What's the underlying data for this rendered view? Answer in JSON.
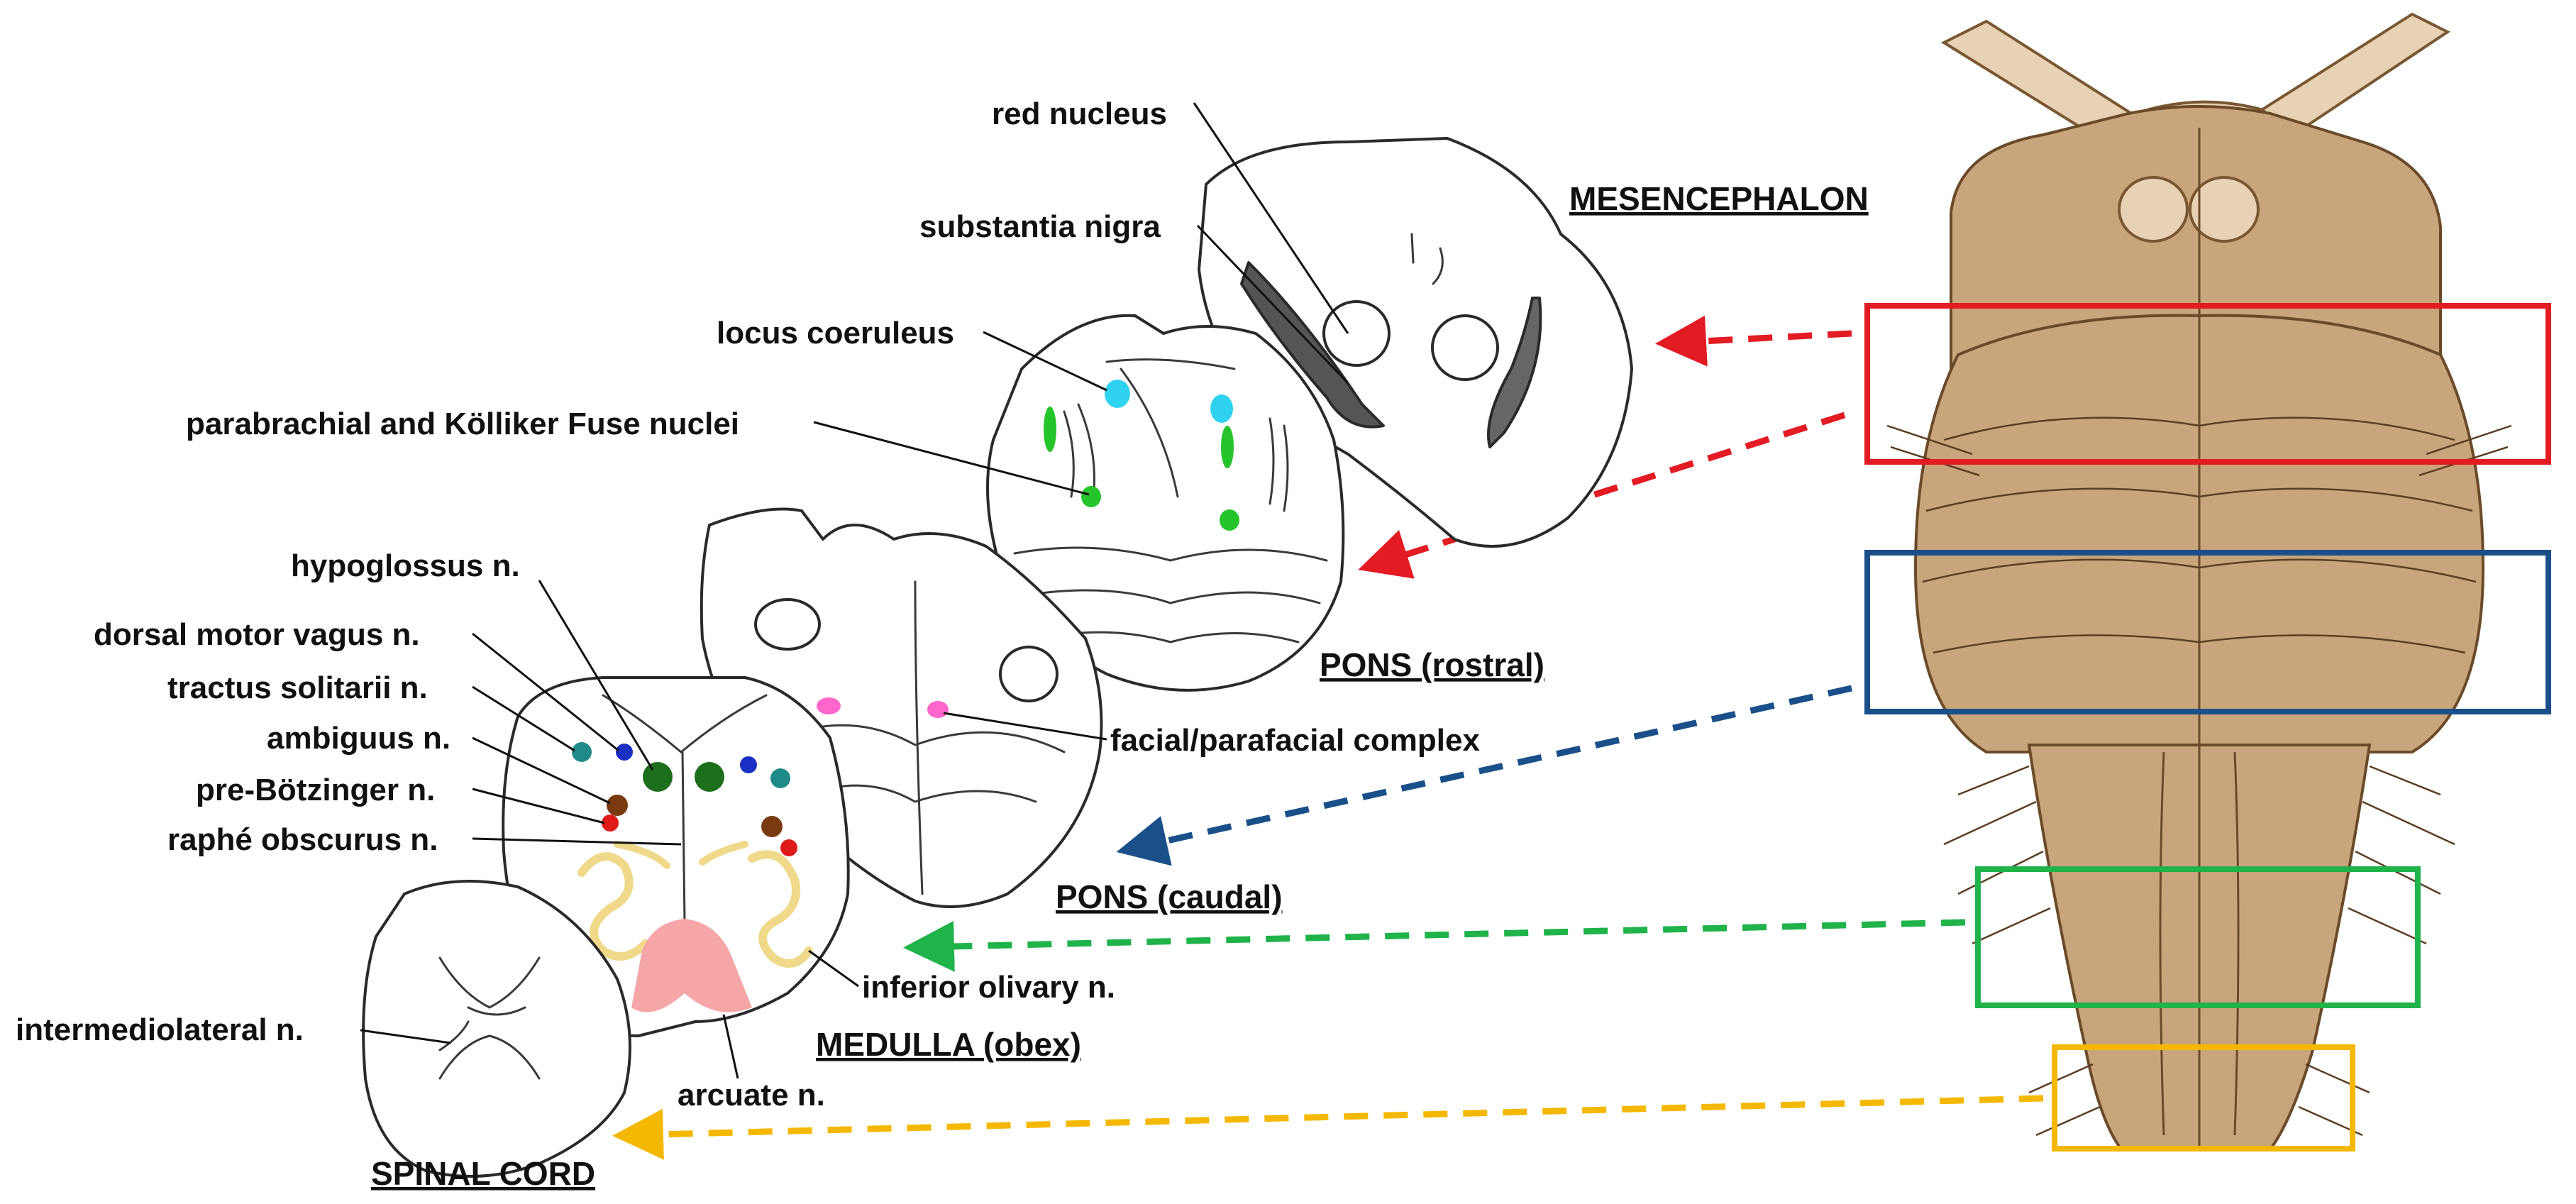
{
  "colors": {
    "red": "#e31b23",
    "blue": "#1a4f8a",
    "green": "#1fb34a",
    "yellow": "#f5b800",
    "cyan": "#2fd3f0",
    "nucleus_green": "#25c42b",
    "pink": "#ff66cc",
    "teal": "#1f8a88",
    "navy": "#1a2fc4",
    "dark_green": "#1d6e1d",
    "brown": "#7a3a10",
    "scarlet": "#e01919",
    "olive_yellow": "#f0d98a",
    "salmon": "#f6a6a6",
    "brain_tan": "#c8a57c"
  },
  "regions": {
    "mesencephalon": "MESENCEPHALON",
    "pons_rostral": "PONS (rostral)",
    "pons_caudal": "PONS (caudal)",
    "medulla_obex": "MEDULLA (obex)",
    "spinal_cord": "SPINAL CORD"
  },
  "labels": {
    "red_nucleus": "red nucleus",
    "substantia_nigra": "substantia nigra",
    "locus_coeruleus": "locus coeruleus",
    "parabrachial": "parabrachial and Kölliker Fuse nuclei",
    "hypoglossus": "hypoglossus n.",
    "dorsal_motor_vagus": "dorsal motor vagus n.",
    "tractus_solitarii": "tractus solitarii n.",
    "ambiguus": "ambiguus n.",
    "pre_botzinger": "pre-Bötzinger n.",
    "raphe_obscurus": "raphé obscurus n.",
    "facial_parafacial": "facial/parafacial complex",
    "inferior_olivary": "inferior olivary n.",
    "intermediolateral": "intermediolateral n.",
    "arcuate": "arcuate n."
  }
}
